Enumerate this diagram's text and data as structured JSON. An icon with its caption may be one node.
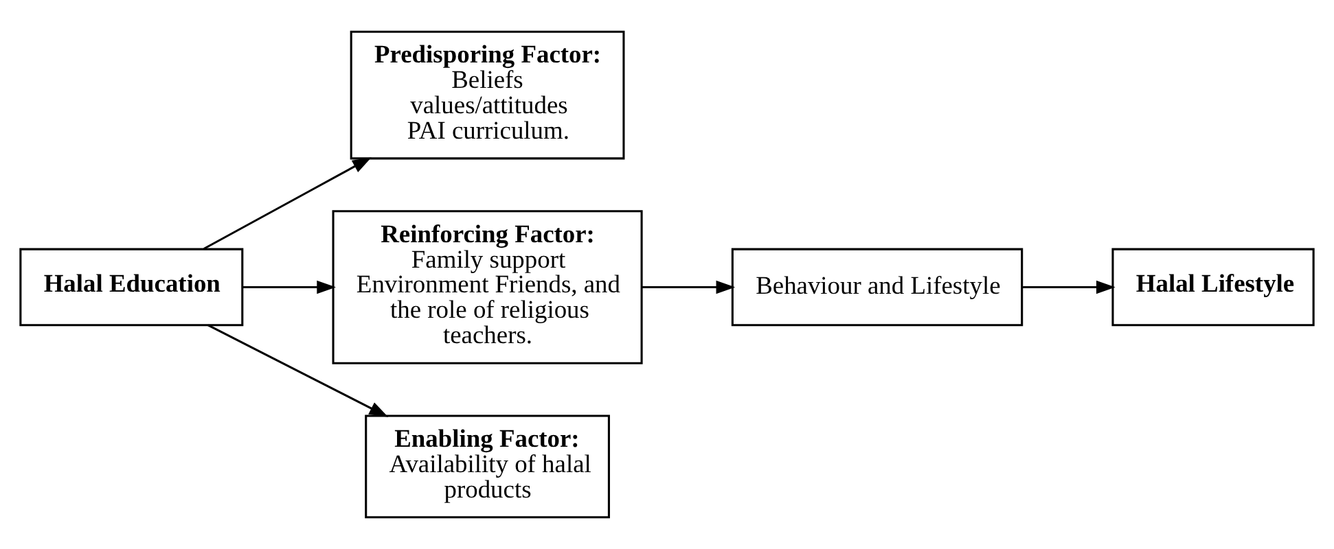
{
  "diagram": {
    "nodes": [
      {
        "text": [
          "Halal Education"
        ]
      },
      {
        "text": [
          "Predisporing Factor:",
          "Beliefs values/attitudes PAI curriculum."
        ]
      },
      {
        "text": [
          "Reinforcing Factor:",
          "Family support Environment Friends, and the role of religious teachers."
        ]
      },
      {
        "text": [
          "Enabling Factor:",
          "Availability of halal products"
        ]
      },
      {
        "text": [
          "Behaviour and Lifestyle"
        ]
      },
      {
        "text": [
          "Halal Lifestyle"
        ]
      }
    ],
    "edges": [
      {
        "from": 0,
        "to": 1,
        "arrow": "to"
      },
      {
        "from": 0,
        "to": 2,
        "arrow": "to"
      },
      {
        "from": 0,
        "to": 3,
        "arrow": "to"
      },
      {
        "from": 2,
        "to": 4,
        "arrow": "to"
      },
      {
        "from": 4,
        "to": 5,
        "arrow": "to"
      }
    ]
  }
}
